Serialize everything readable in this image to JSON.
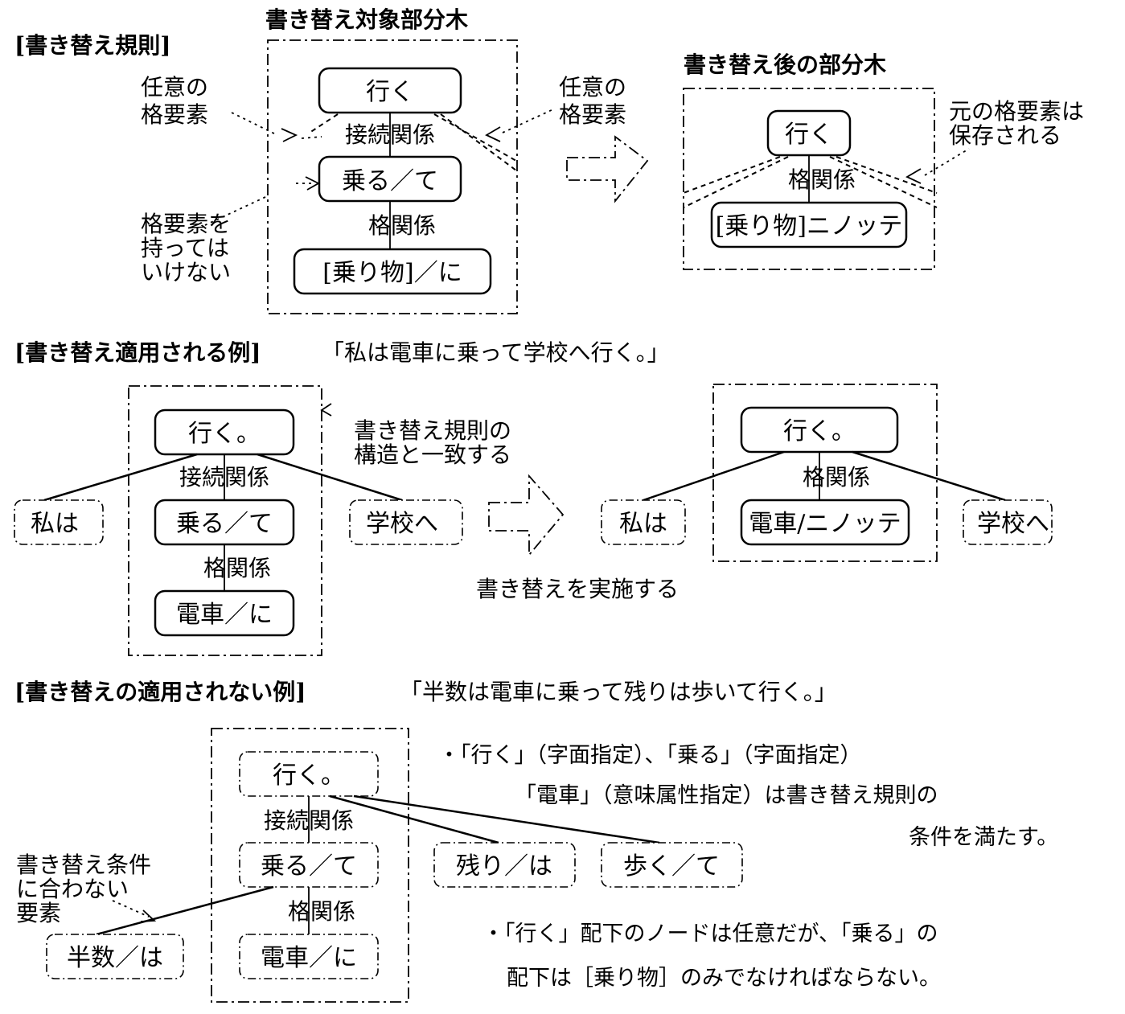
{
  "rule_section": {
    "heading": "[書き替え規則]",
    "target_subtree_title": "書き替え対象部分木",
    "after_subtree_title": "書き替え後の部分木",
    "annotation_any_case_left": [
      "任意の",
      "格要素"
    ],
    "annotation_any_case_right": [
      "任意の",
      "格要素"
    ],
    "annotation_no_case": [
      "格要素を",
      "持っては",
      "いけない"
    ],
    "annotation_preserved": [
      "元の格要素は",
      "保存される"
    ],
    "target_tree": {
      "node_root": "行く",
      "edge_1": "接続関係",
      "node_mid": "乗る／て",
      "edge_2": "格関係",
      "node_leaf": "[乗り物]／に"
    },
    "after_tree": {
      "node_root": "行く",
      "edge_1": "格関係",
      "node_leaf": "[乗り物]ニノッテ"
    }
  },
  "applied_example": {
    "heading": "[書き替え適用される例]",
    "sentence": "「私は電車に乗って学校へ行く。」",
    "match_note": [
      "書き替え規則の",
      "構造と一致する"
    ],
    "action_note": "書き替えを実施する",
    "before_tree": {
      "node_root": "行く。",
      "edge_1": "接続関係",
      "node_mid": "乗る／て",
      "edge_2": "格関係",
      "node_leaf": "電車／に",
      "side_left": "私は",
      "side_right": "学校へ"
    },
    "after_tree": {
      "node_root": "行く。",
      "edge_1": "格関係",
      "node_leaf": "電車/ニノッテ",
      "side_left": "私は",
      "side_right": "学校へ"
    }
  },
  "not_applied_example": {
    "heading": "[書き替えの適用されない例]",
    "sentence": "「半数は電車に乗って残りは歩いて行く。」",
    "mismatch_note": [
      "書き替え条件",
      "に合わない",
      "要素"
    ],
    "tree": {
      "node_root": "行く。",
      "edge_1": "接続関係",
      "node_mid": "乗る／て",
      "edge_2": "格関係",
      "node_leaf": "電車／に",
      "side_bad": "半数／は",
      "side_a": "残り／は",
      "side_b": "歩く／て"
    },
    "bullet_1": [
      "・「行く」（字面指定）、「乗る」（字面指定）",
      "「電車」（意味属性指定）は書き替え規則の",
      "条件を満たす。"
    ],
    "bullet_2": [
      "・「行く」配下のノードは任意だが、「乗る」の",
      "配下は［乗り物］のみでなければならない。"
    ]
  }
}
